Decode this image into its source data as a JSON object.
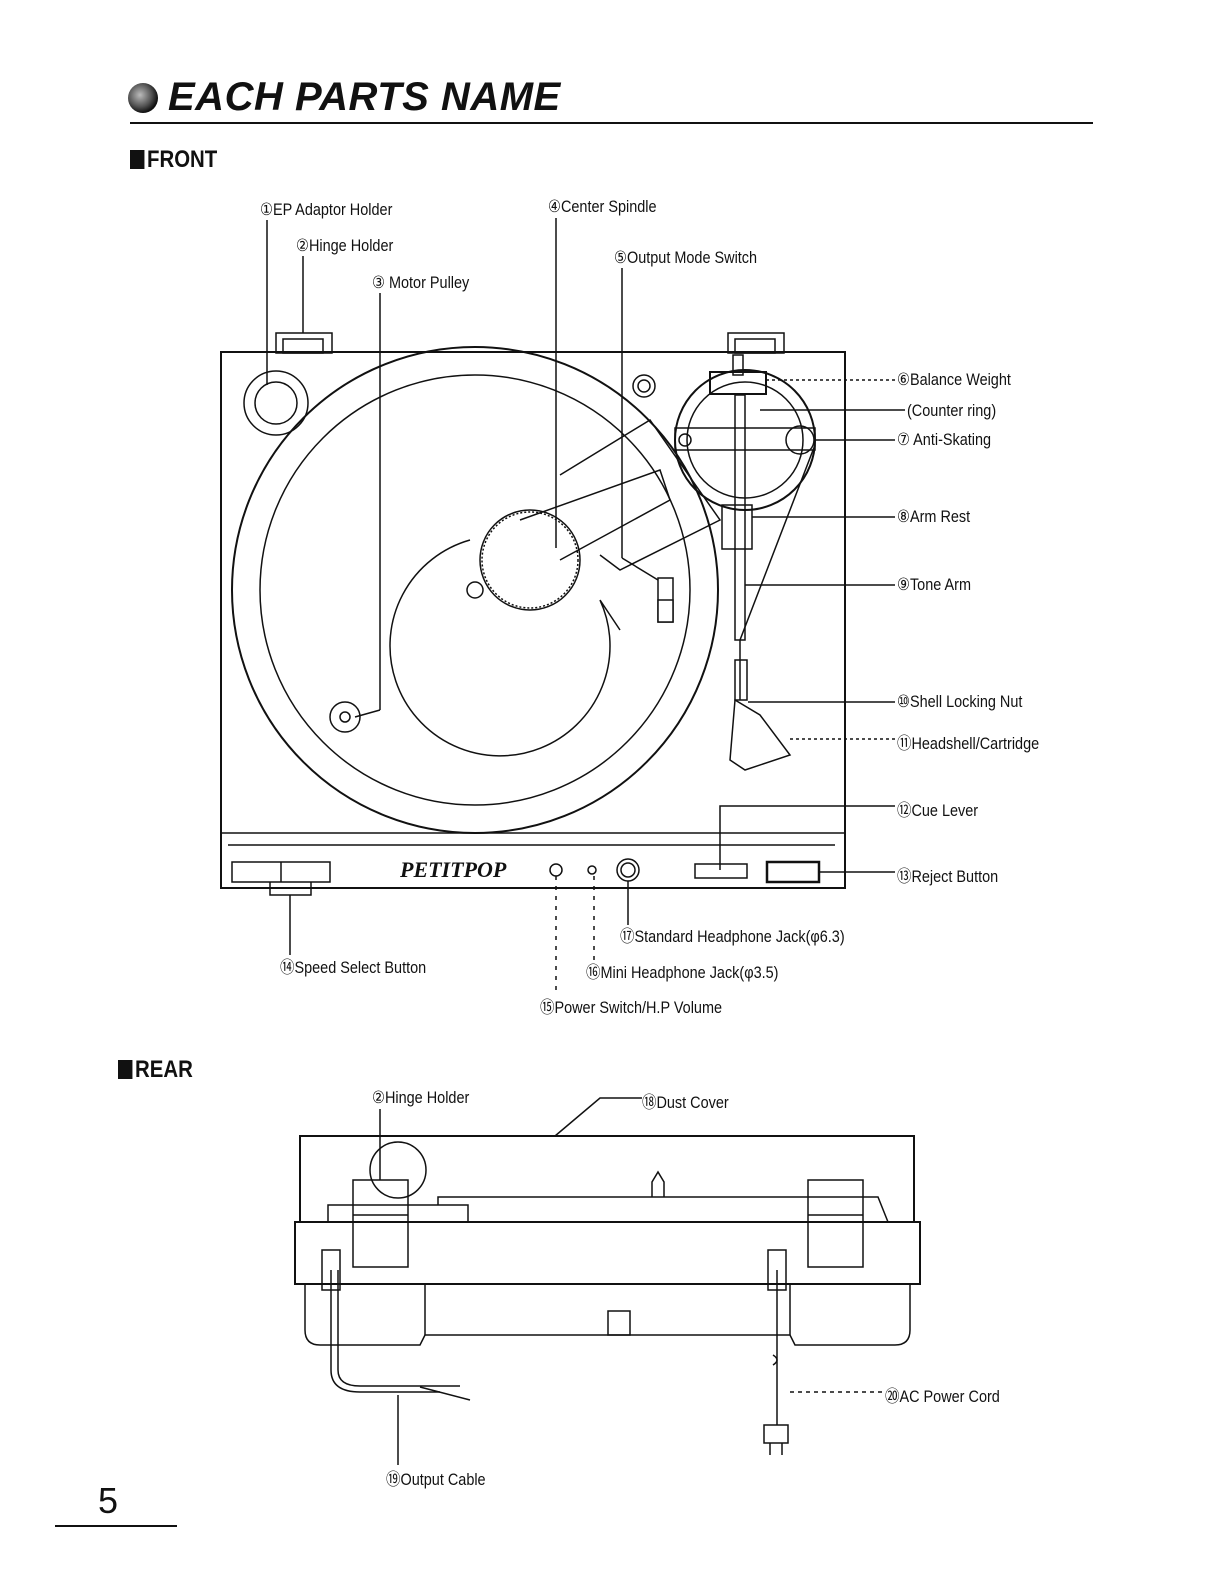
{
  "title": "EACH PARTS NAME",
  "page_number": "5",
  "front": {
    "heading": "FRONT",
    "brand_logo": "PETITPOP",
    "labels": [
      "①EP Adaptor Holder",
      "②Hinge Holder",
      "③ Motor Pulley",
      "④Center Spindle",
      "⑤Output Mode Switch",
      "⑥Balance Weight",
      "(Counter  ring)",
      "⑦ Anti-Skating",
      "⑧Arm Rest",
      "⑨Tone Arm",
      "⑩Shell Locking Nut",
      "⑪Headshell/Cartridge",
      "⑫Cue Lever",
      "⑬Reject Button",
      "⑭Speed Select Button",
      "⑮Power Switch/H.P Volume",
      "⑯Mini Headphone Jack(φ3.5)",
      "⑰Standard Headphone Jack(φ6.3)"
    ]
  },
  "rear": {
    "heading": "REAR",
    "labels": [
      "②Hinge Holder",
      "⑱Dust Cover",
      "⑲Output Cable",
      "⑳AC Power Cord"
    ]
  }
}
